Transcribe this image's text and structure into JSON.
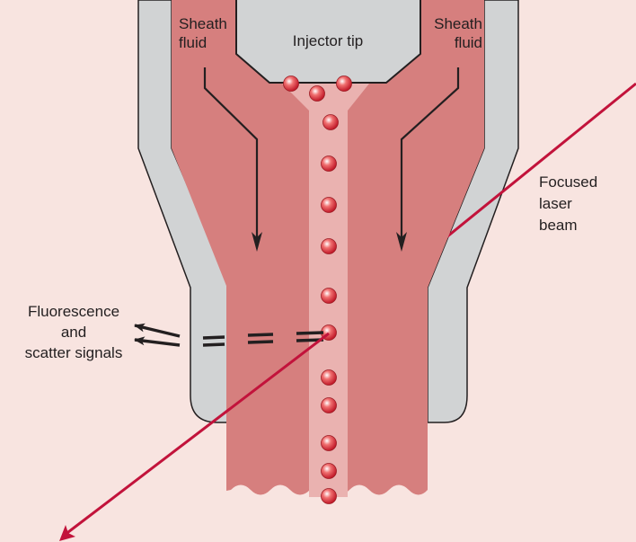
{
  "labels": {
    "injector_tip": "Injector tip",
    "sheath_left": [
      "Sheath",
      "fluid"
    ],
    "sheath_right": [
      "Sheath",
      "fluid"
    ],
    "laser": [
      "Focused",
      "laser",
      "beam"
    ],
    "signals": [
      "Fluorescence",
      "and",
      "scatter signals"
    ]
  },
  "colors": {
    "background": "#f8e4e0",
    "nozzle_wall": "#d1d3d4",
    "sheath_fluid": "#d67f7e",
    "sample_core": "#eab2b0",
    "laser_beam": "#c2133b",
    "arrow": "#231f20",
    "particle": "#d9303a"
  }
}
